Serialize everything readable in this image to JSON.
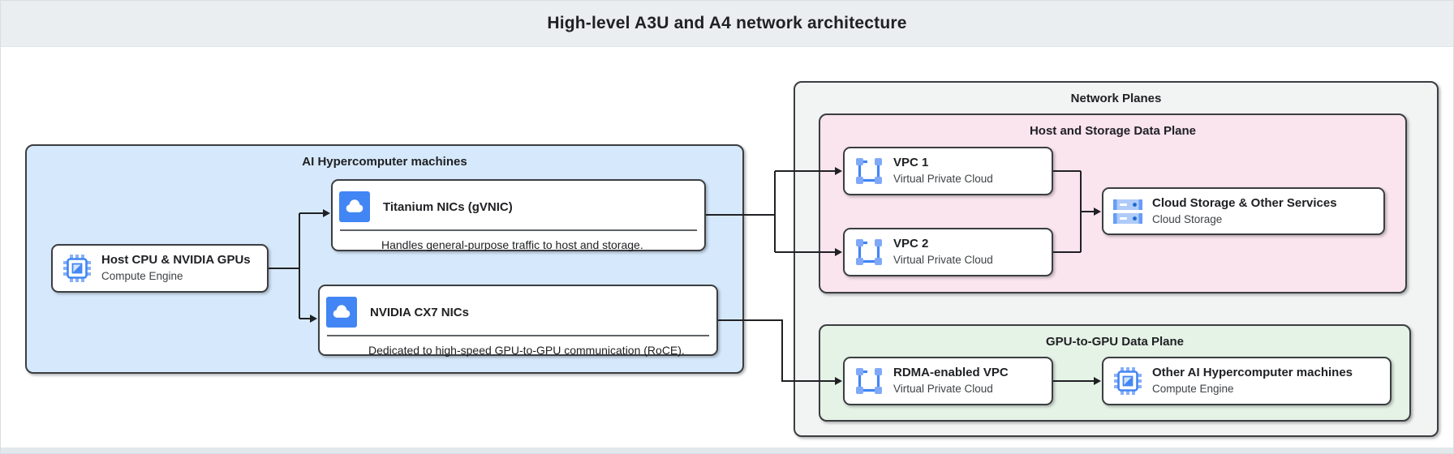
{
  "page": {
    "title": "High-level A3U and A4 network architecture"
  },
  "colors": {
    "header_bg": "#eaeef1",
    "machines_container": "#d6e9fc",
    "network_planes_container": "#f2f3f3",
    "host_storage_plane": "#fae4ed",
    "gpu_plane": "#e5f2e6",
    "icon_blue": "#4285f4",
    "icon_light_blue": "#8ab0f8",
    "edge_color": "#202124"
  },
  "diagram": {
    "ai_machines": {
      "label": "AI Hypercomputer machines",
      "host": {
        "title": "Host CPU & NVIDIA GPUs",
        "subtitle": "Compute Engine",
        "icon": "compute-engine-icon"
      },
      "titanium": {
        "title": "Titanium NICs (gVNIC)",
        "description": "Handles general-purpose traffic to host and storage.",
        "icon": "cloud-nic-icon"
      },
      "cx7": {
        "title": "NVIDIA CX7 NICs",
        "description": "Dedicated to high-speed GPU-to-GPU communication (RoCE).",
        "icon": "cloud-nic-icon"
      }
    },
    "network_planes": {
      "label": "Network Planes",
      "host_storage_plane": {
        "label": "Host and Storage Data Plane",
        "vpc1": {
          "title": "VPC 1",
          "subtitle": "Virtual Private Cloud",
          "icon": "vpc-icon"
        },
        "vpc2": {
          "title": "VPC 2",
          "subtitle": "Virtual Private Cloud",
          "icon": "vpc-icon"
        },
        "storage": {
          "title": "Cloud Storage & Other Services",
          "subtitle": "Cloud Storage",
          "icon": "cloud-storage-icon"
        }
      },
      "gpu_plane": {
        "label": "GPU-to-GPU Data Plane",
        "rdma": {
          "title": "RDMA-enabled VPC",
          "subtitle": "Virtual Private Cloud",
          "icon": "vpc-icon"
        },
        "other": {
          "title": "Other AI Hypercomputer machines",
          "subtitle": "Compute Engine",
          "icon": "compute-engine-icon"
        }
      }
    }
  }
}
